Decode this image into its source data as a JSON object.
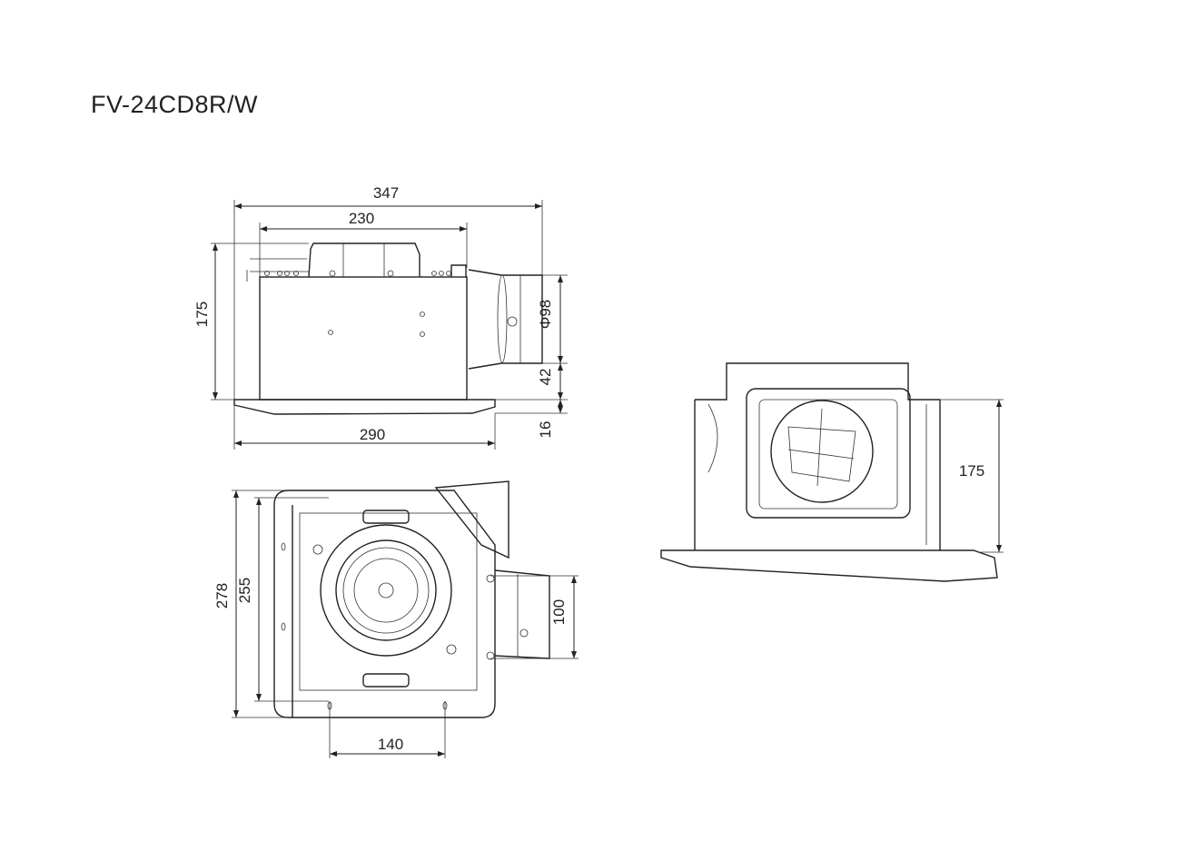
{
  "title": "FV-24CD8R/W",
  "side_view": {
    "width_overall": "347",
    "width_body": "230",
    "height": "175",
    "duct_diameter": "Φ98",
    "duct_offset": "42",
    "panel_thickness": "16",
    "panel_width": "290"
  },
  "bottom_view": {
    "outer_depth": "278",
    "inner_depth": "255",
    "hole_spacing": "140",
    "duct_width": "100"
  },
  "perspective_view": {
    "height": "175"
  }
}
